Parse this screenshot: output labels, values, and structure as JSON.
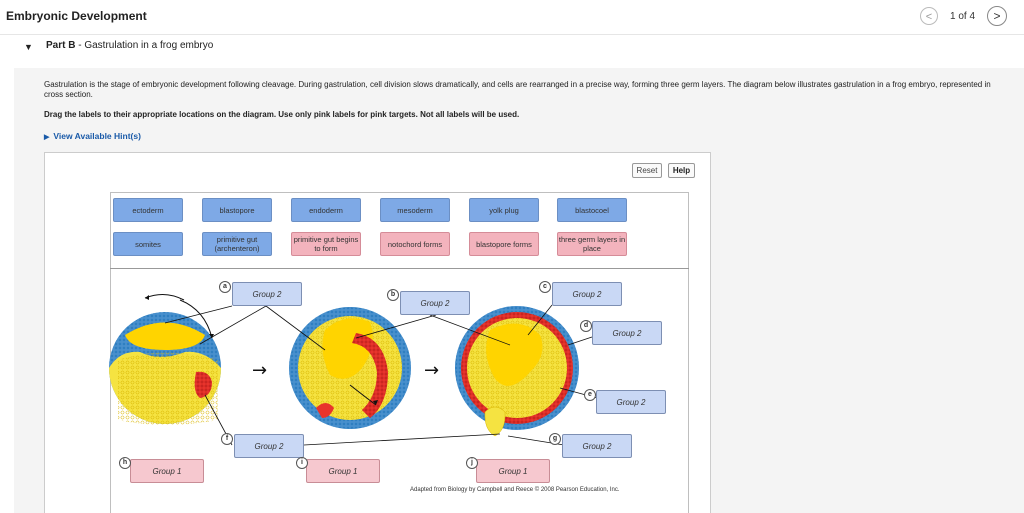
{
  "header": {
    "title": "Embryonic Development",
    "prev": "<",
    "page_counter": "1 of 4",
    "next": ">"
  },
  "part": {
    "caret": "▼",
    "label": "Part B",
    "separator": " - ",
    "title": "Gastrulation in a frog embryo"
  },
  "intro": "Gastrulation is the stage of embryonic development following cleavage. During gastrulation, cell division slows dramatically, and cells are rearranged in a precise way, forming three germ layers. The diagram below illustrates gastrulation in a frog embryo, represented in cross section.",
  "instructions": "Drag the labels to their appropriate locations on the diagram. Use only pink labels for pink targets. Not all labels will be used.",
  "hints": {
    "arrow": "▶",
    "label": "View Available Hint(s)"
  },
  "toolbar": {
    "reset": "Reset",
    "help": "Help"
  },
  "label_bank": {
    "row1": [
      "ectoderm",
      "blastopore",
      "endoderm",
      "mesoderm",
      "yolk plug",
      "blastocoel"
    ],
    "row2": [
      "somites",
      "primitive gut (archenteron)",
      "primitive gut begins to form",
      "notochord forms",
      "blastopore forms",
      "three germ layers in place"
    ]
  },
  "targets": {
    "a": "Group 2",
    "b": "Group 2",
    "c": "Group 2",
    "d": "Group 2",
    "e": "Group 2",
    "f": "Group 2",
    "g": "Group 2",
    "h": "Group 1",
    "i": "Group 1",
    "j": "Group 1"
  },
  "markers": [
    "a",
    "b",
    "c",
    "d",
    "e",
    "f",
    "g",
    "h",
    "i",
    "j"
  ],
  "process_arrows": [
    "→",
    "→"
  ],
  "credit": "Adapted from Biology by Campbell and Reece © 2008 Pearson Education, Inc.",
  "colors": {
    "ectoderm": "#2f7fc1",
    "mesoderm": "#e8342c",
    "endoderm": "#f5e341",
    "blastocoel": "#ffd400",
    "link": "#1a5aa8"
  }
}
